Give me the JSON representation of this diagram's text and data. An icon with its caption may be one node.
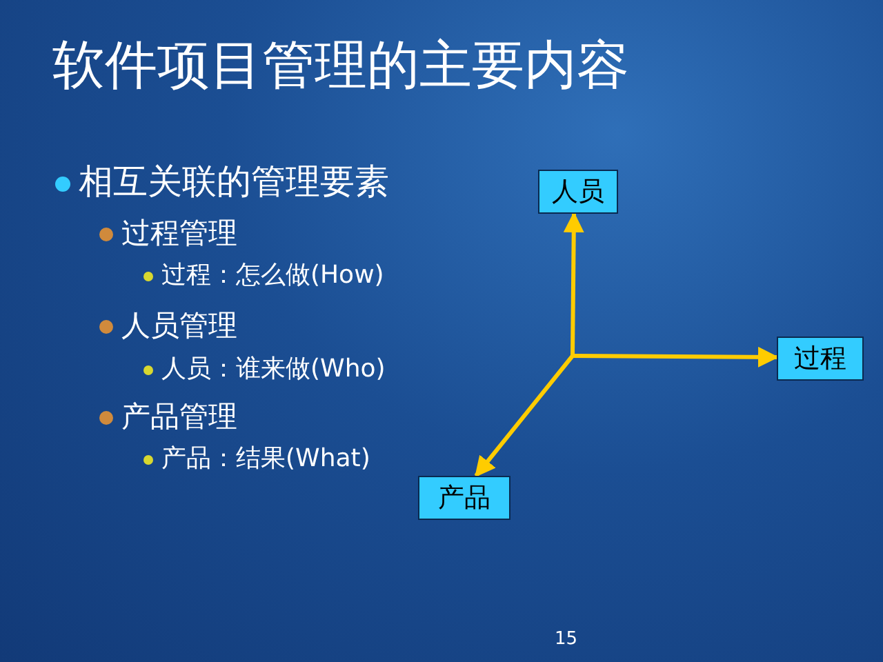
{
  "diagram": {
    "title": "软件项目管理的主要内容",
    "nodes": [
      {
        "text": [
          "人员"
        ]
      },
      {
        "text": [
          "过程"
        ]
      },
      {
        "text": [
          "产品"
        ]
      }
    ],
    "edges": [
      {
        "from": null,
        "to": 0,
        "arrow": "to"
      },
      {
        "from": null,
        "to": 1,
        "arrow": "to"
      },
      {
        "from": null,
        "to": 2,
        "arrow": "to"
      }
    ],
    "labels": [
      "相互关联的管理要素",
      "过程管理",
      "过程：怎么做(How)",
      "人员管理",
      "人员：谁来做(Who)",
      "产品管理",
      "产品：结果(What)",
      "15"
    ]
  }
}
